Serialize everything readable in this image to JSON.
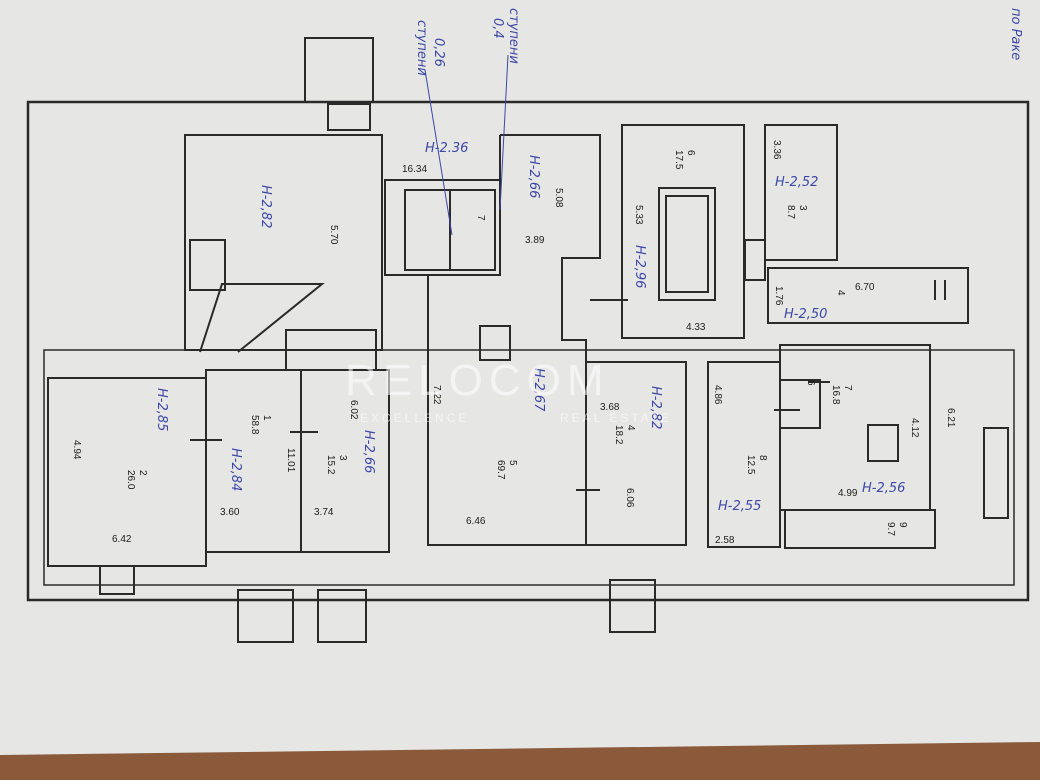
{
  "watermark": {
    "brand": "RELOCOM",
    "tag_left": "EXCELLENCE",
    "tag_right": "REAL ESTATE"
  },
  "colors": {
    "wall": "#2a2a2a",
    "paper": "#e6e7e5",
    "ink": "#3d47a8"
  },
  "handwritten": {
    "h236": "Н-2.36",
    "h282_top": "Н-2,82",
    "h266_top": "Н-2,66",
    "h296": "Н-2,96",
    "h252": "Н-2,52",
    "h250": "Н-2,50",
    "h285": "Н-2,85",
    "h284": "Н-2,84",
    "h266_mid": "Н-2,66",
    "h267": "Н-2,67",
    "h282_right": "Н-2,82",
    "h255": "Н-2,55",
    "h256": "Н-2,56",
    "corner_note": "по Раке",
    "stupeni_1": "ступени",
    "stupeni_1_h": "0,26",
    "stupeni_2": "ступени",
    "stupeni_2_h": "0,4"
  },
  "dims": {
    "d1634": "16.34",
    "d570": "5.70",
    "d508": "5.08",
    "d389": "3.89",
    "d722": "7.22",
    "d646": "6.46",
    "d602": "6.02",
    "d374": "3.74",
    "d360": "3.60",
    "d1101": "11.01",
    "d494": "4.94",
    "d642": "6.42",
    "d368": "3.68",
    "d606": "6.06",
    "d533": "5.33",
    "d433": "4.33",
    "d336": "3.36",
    "d670": "6.70",
    "d176": "1.76",
    "d486": "4.86",
    "d258": "2.58",
    "d412": "4.12",
    "d499": "4.99",
    "d621": "6.21"
  },
  "rooms": [
    {
      "num": "1",
      "area": "58.8"
    },
    {
      "num": "2",
      "area": "26.0"
    },
    {
      "num": "3",
      "area": "15.2"
    },
    {
      "num": "5",
      "area": "69.7"
    },
    {
      "num": "4",
      "area": "18.2"
    },
    {
      "num": "6",
      "area": "17.5"
    },
    {
      "num": "3",
      "area": "8.7"
    },
    {
      "num": "4",
      "area": ""
    },
    {
      "num": "7",
      "area": "16.8"
    },
    {
      "num": "8",
      "area": "12.5"
    },
    {
      "num": "6",
      "area": ""
    },
    {
      "num": "9",
      "area": "9.7"
    },
    {
      "num": "7",
      "area": ""
    }
  ]
}
